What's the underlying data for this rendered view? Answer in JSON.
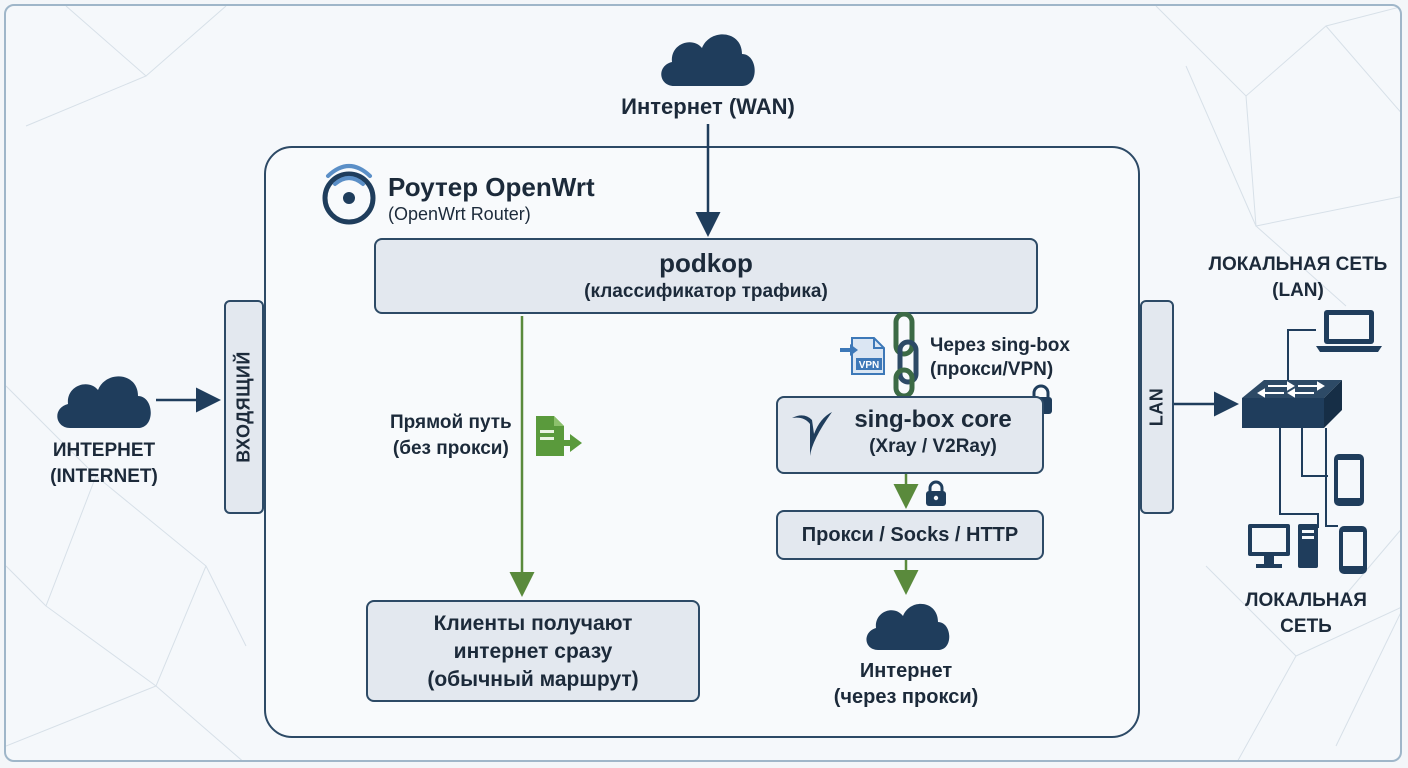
{
  "wan": {
    "label": "Интернет (WAN)"
  },
  "router": {
    "title": "Роутер OpenWrt",
    "subtitle": "(OpenWrt Router)"
  },
  "podkop": {
    "title": "podkop",
    "subtitle": "(классификатор трафика)"
  },
  "internet_left": {
    "line1": "ИНТЕРНЕТ",
    "line2": "(INTERNET)"
  },
  "incoming": {
    "label": "ВХОДЯЩИЙ"
  },
  "lan_port": {
    "label": "LAN"
  },
  "direct": {
    "line1": "Прямой путь",
    "line2": "(без прокси)"
  },
  "via_singbox": {
    "line1": "Через sing-box",
    "line2": "(прокси/VPN)",
    "badge": "VPN"
  },
  "singbox": {
    "title": "sing-box core",
    "subtitle": "(Xray / V2Ray)"
  },
  "proxy": {
    "label": "Прокси / Socks / HTTP"
  },
  "clients": {
    "line1": "Клиенты получают",
    "line2": "интернет сразу",
    "line3": "(обычный маршрут)"
  },
  "internet_proxy": {
    "line1": "Интернет",
    "line2": "(через прокси)"
  },
  "lan_top": {
    "line1": "ЛОКАЛЬНАЯ СЕТЬ",
    "line2": "(LAN)"
  },
  "lan_bottom": {
    "line1": "ЛОКАЛЬНАЯ",
    "line2": "СЕТЬ"
  },
  "colors": {
    "dark": "#1f3d5c",
    "green": "#5a8a3c",
    "box_fill": "#e3e8ef",
    "wifi_blue": "#5b8fc7"
  }
}
